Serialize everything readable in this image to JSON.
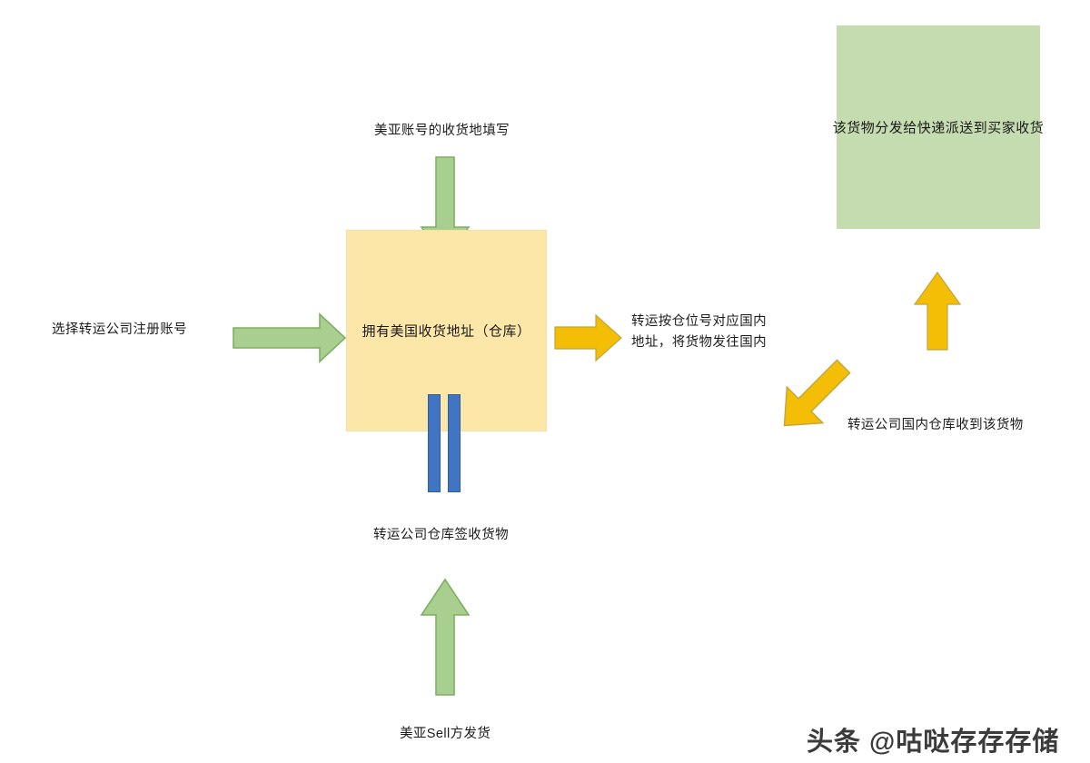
{
  "diagram": {
    "title_text_nodes": {
      "top_input": "美亚账号的收货地填写",
      "left_input": "选择转运公司注册账号",
      "center_box": "拥有美国收货地址（仓库）",
      "right_of_center_line1": "转运按仓位号对应国内",
      "right_of_center_line2": "地址，将货物发往国内",
      "domestic_warehouse": "转运公司国内仓库收到该货物",
      "green_box": "该货物分发给快递派送到买家收货",
      "below_center_box": "转运公司仓库签收货物",
      "bottom_input": "美亚Sell方发货"
    },
    "watermark": "头条 @咕哒存存存储",
    "colors": {
      "yellow_box_fill": "#FCE6A8",
      "green_box_fill": "#C5DCB0",
      "green_arrow_fill": "#A8CF90",
      "green_arrow_stroke": "#7FAF63",
      "yellow_arrow_fill": "#F5BE06",
      "yellow_arrow_stroke": "#BFA53D",
      "blue_bar_fill": "#4175C4",
      "blue_bar_stroke": "#2E5E9E",
      "text_color": "#1c1c1c"
    },
    "icons": {
      "arrow_down_green": "arrow-down-icon",
      "arrow_right_green": "arrow-right-icon",
      "arrow_up_green": "arrow-up-icon",
      "arrow_right_yellow": "arrow-right-icon",
      "arrow_diagonal_yellow": "arrow-down-right-icon",
      "arrow_up_yellow": "arrow-up-icon"
    }
  }
}
